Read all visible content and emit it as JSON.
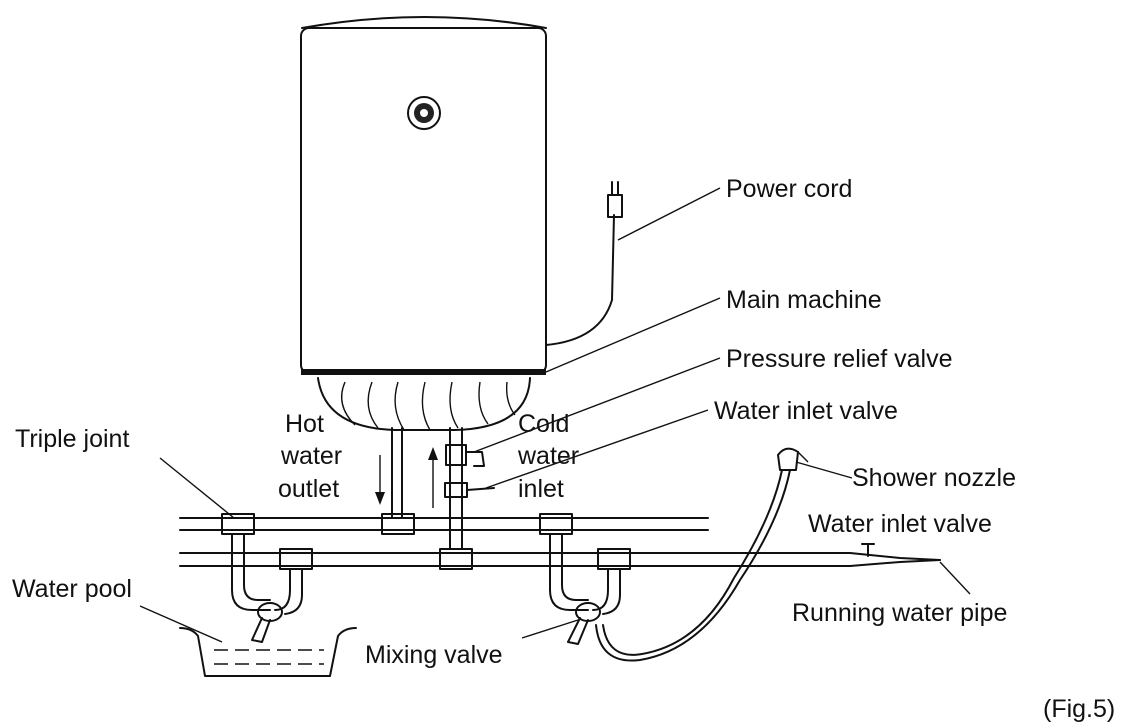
{
  "labels": {
    "power_cord": "Power cord",
    "main_machine": "Main machine",
    "pressure_relief_valve": "Pressure relief valve",
    "water_inlet_valve_top": "Water inlet valve",
    "triple_joint": "Triple joint",
    "hot_water_outlet": [
      "Hot",
      "water",
      "outlet"
    ],
    "cold_water_inlet": [
      "Cold",
      "water",
      "inlet"
    ],
    "shower_nozzle": "Shower nozzle",
    "water_inlet_valve_bottom": "Water inlet valve",
    "water_pool": "Water pool",
    "running_water_pipe": "Running water pipe",
    "mixing_valve": "Mixing valve",
    "figure_caption": "(Fig.5)"
  }
}
